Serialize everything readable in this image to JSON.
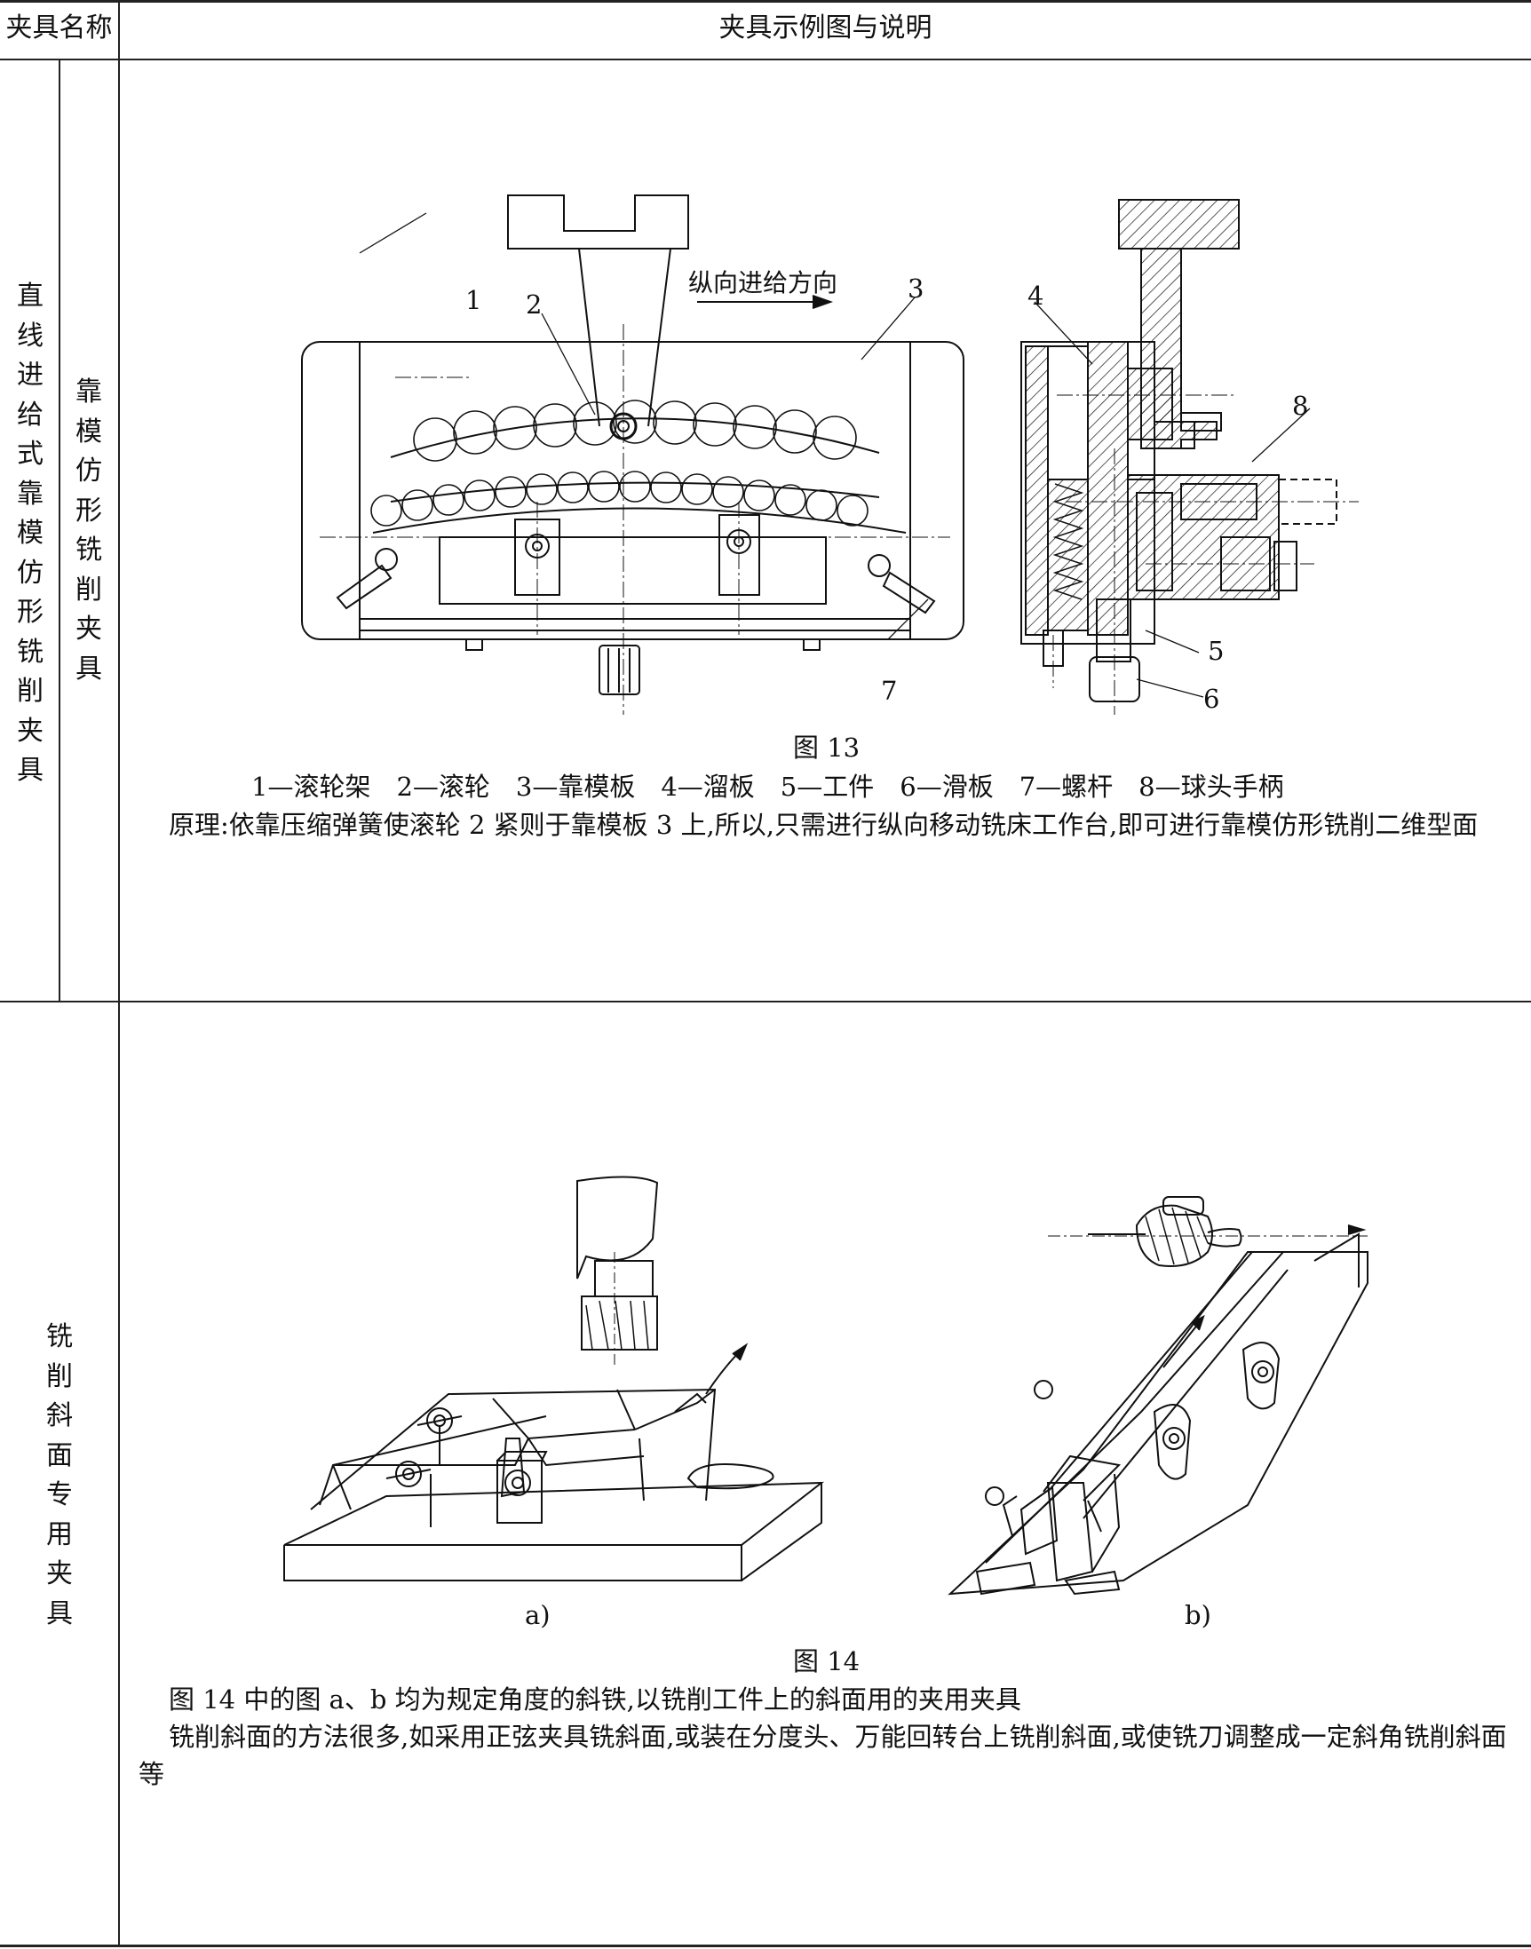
{
  "table": {
    "header": {
      "col1": "夹具名称",
      "col2": "夹具示例图与说明"
    },
    "rows": [
      {
        "name_outer": [
          "直",
          "线",
          "进",
          "给",
          "式",
          "靠",
          "模",
          "仿",
          "形",
          "铣",
          "削",
          "夹",
          "具"
        ],
        "name_inner": [
          "靠",
          "模",
          "仿",
          "形",
          "铣",
          "削",
          "夹",
          "具"
        ],
        "figure": {
          "feed_label": "纵向进给方向",
          "callouts": [
            "1",
            "2",
            "3",
            "4",
            "5",
            "6",
            "7",
            "8"
          ],
          "caption": "图 13",
          "legend": "1—滚轮架　2—滚轮　3—靠模板　4—溜板　5—工件　6—滑板　7—螺杆　8—球头手柄",
          "principle": "原理:依靠压缩弹簧使滚轮 2 紧则于靠模板 3 上,所以,只需进行纵向移动铣床工作台,即可进行靠模仿形铣削二维型面"
        }
      },
      {
        "name": [
          "铣",
          "削",
          "斜",
          "面",
          "专",
          "用",
          "夹",
          "具"
        ],
        "figure": {
          "sub_a": "a)",
          "sub_b": "b)",
          "caption": "图 14",
          "desc1": "图 14 中的图 a、b 均为规定角度的斜铁,以铣削工件上的斜面用的夹用夹具",
          "desc2": "铣削斜面的方法很多,如采用正弦夹具铣斜面,或装在分度头、万能回转台上铣削斜面,或使铣刀调整成一定斜角铣削斜面等"
        }
      }
    ]
  }
}
